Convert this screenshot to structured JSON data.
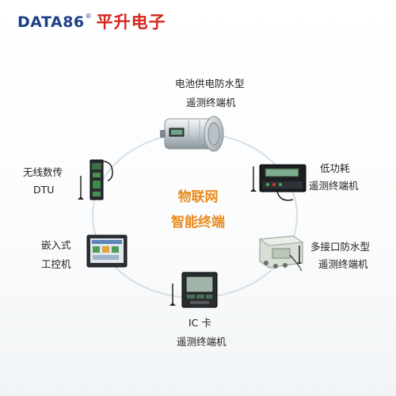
{
  "logo": {
    "brand_en": "DATA86",
    "reg_mark": "®",
    "brand_cn": "平升电子"
  },
  "center": {
    "line1": "物联网",
    "line2": "智能终端"
  },
  "colors": {
    "accent": "#e98a1c",
    "brand_blue": "#1e3f88",
    "brand_red": "#d8231e",
    "ring": "#d9dee2"
  },
  "devices": [
    {
      "line1": "电池供电防水型",
      "line2": "遥测终端机",
      "icon": "cylindrical-rtu-icon"
    },
    {
      "line1": "低功耗",
      "line2": "遥测终端机",
      "icon": "low-power-rtu-icon"
    },
    {
      "line1": "多接口防水型",
      "line2": "遥测终端机",
      "icon": "waterproof-box-icon"
    },
    {
      "line1": "IC 卡",
      "line2": "遥测终端机",
      "icon": "ic-card-terminal-icon"
    },
    {
      "line1": "嵌入式",
      "line2": "工控机",
      "icon": "industrial-pc-icon"
    },
    {
      "line1": "无线数传",
      "line2": "DTU",
      "icon": "dtu-modem-icon"
    }
  ]
}
